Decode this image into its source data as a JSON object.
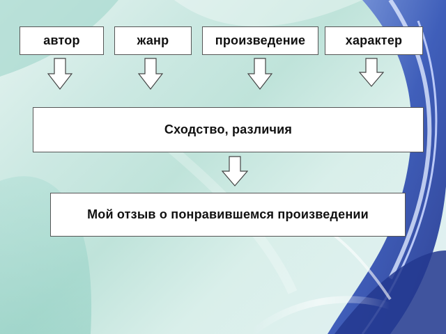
{
  "colors": {
    "box_fill": "#ffffff",
    "box_border": "#555555",
    "arrow_fill": "#ffffff",
    "arrow_border": "#444444",
    "accent_blue": "#2f4fb5",
    "accent_teal": "#9fd8cc"
  },
  "diagram": {
    "top_row": [
      {
        "label": "автор"
      },
      {
        "label": "жанр"
      },
      {
        "label": "произведение"
      },
      {
        "label": "характер"
      }
    ],
    "middle": {
      "label": "Сходство, различия"
    },
    "bottom": {
      "label": "Мой отзыв о понравившемся произведении"
    }
  }
}
